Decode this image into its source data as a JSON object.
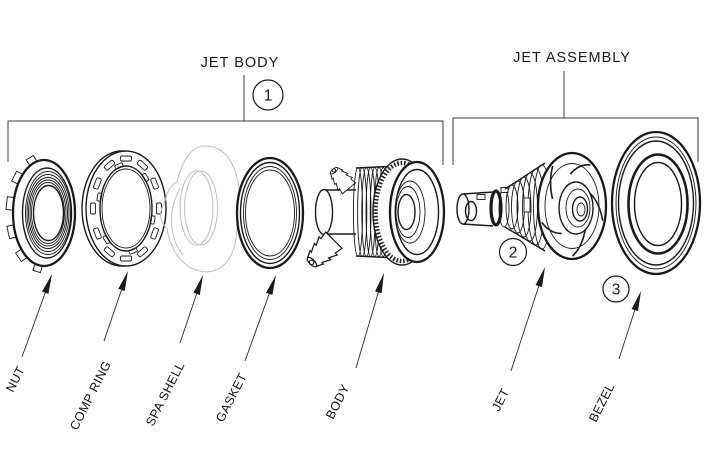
{
  "diagram": {
    "type": "exploded-parts-diagram",
    "groups": {
      "jet_body": {
        "label": "JET BODY",
        "number": "1"
      },
      "jet_assembly": {
        "label": "JET ASSEMBLY"
      }
    },
    "callouts": {
      "c1": "1",
      "c2": "2",
      "c3": "3"
    },
    "part_labels": {
      "nut": "NUT",
      "comp_ring": "COMP RING",
      "spa_shell": "SPA SHELL",
      "gasket": "GASKET",
      "body": "BODY",
      "jet": "JET",
      "bezel": "BEZEL"
    },
    "colors": {
      "line": "#1a1a1a",
      "shell_outline": "#c2c2c2",
      "background": "#ffffff"
    }
  }
}
